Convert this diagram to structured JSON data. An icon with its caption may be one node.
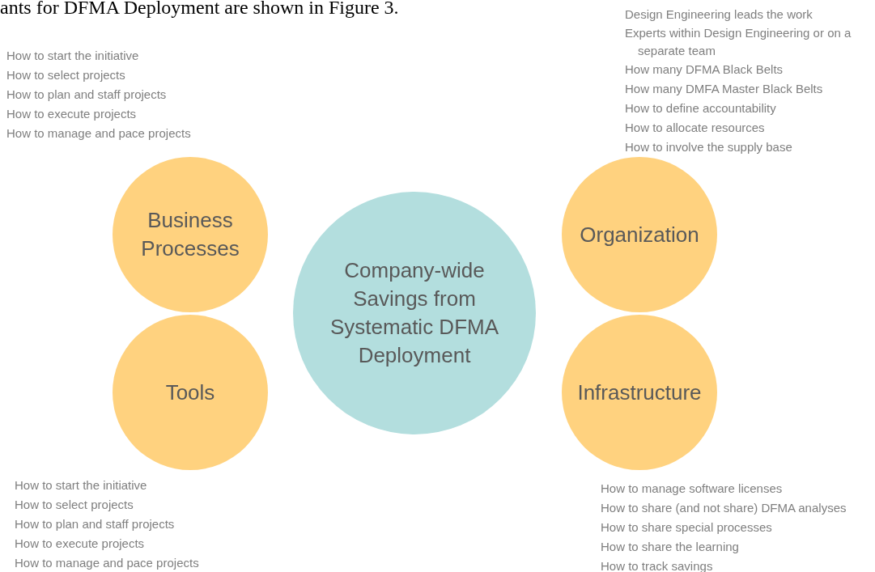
{
  "diagram": {
    "nodes": [
      {
        "text": [
          "Business Processes"
        ],
        "beside": [
          "How to start the initiative",
          "How to select projects",
          "How to plan and staff projects",
          "How to execute projects",
          "How to manage and pace projects"
        ]
      },
      {
        "text": [
          "Organization"
        ],
        "beside": [
          "Design Engineering leads the work",
          "Experts within Design Engineering or on a separate team",
          "How many DFMA Black Belts",
          "How many DMFA Master Black Belts",
          "How to define accountability",
          "How to allocate resources",
          "How to involve the supply base"
        ]
      },
      {
        "text": [
          "Company-wide Savings from Systematic DFMA Deployment"
        ]
      },
      {
        "text": [
          "Tools"
        ],
        "beside": [
          "How to start the initiative",
          "How to select projects",
          "How to plan and staff projects",
          "How to execute projects",
          "How to manage and pace projects"
        ]
      },
      {
        "text": [
          "Infrastructure"
        ],
        "beside": [
          "How to manage software licenses",
          "How to share (and not share) DFMA analyses",
          "How to share special processes",
          "How to share the learning",
          "How to track savings"
        ]
      }
    ],
    "edges": [],
    "labels": [
      "ants for DFMA Deployment are shown in Figure 3."
    ]
  }
}
